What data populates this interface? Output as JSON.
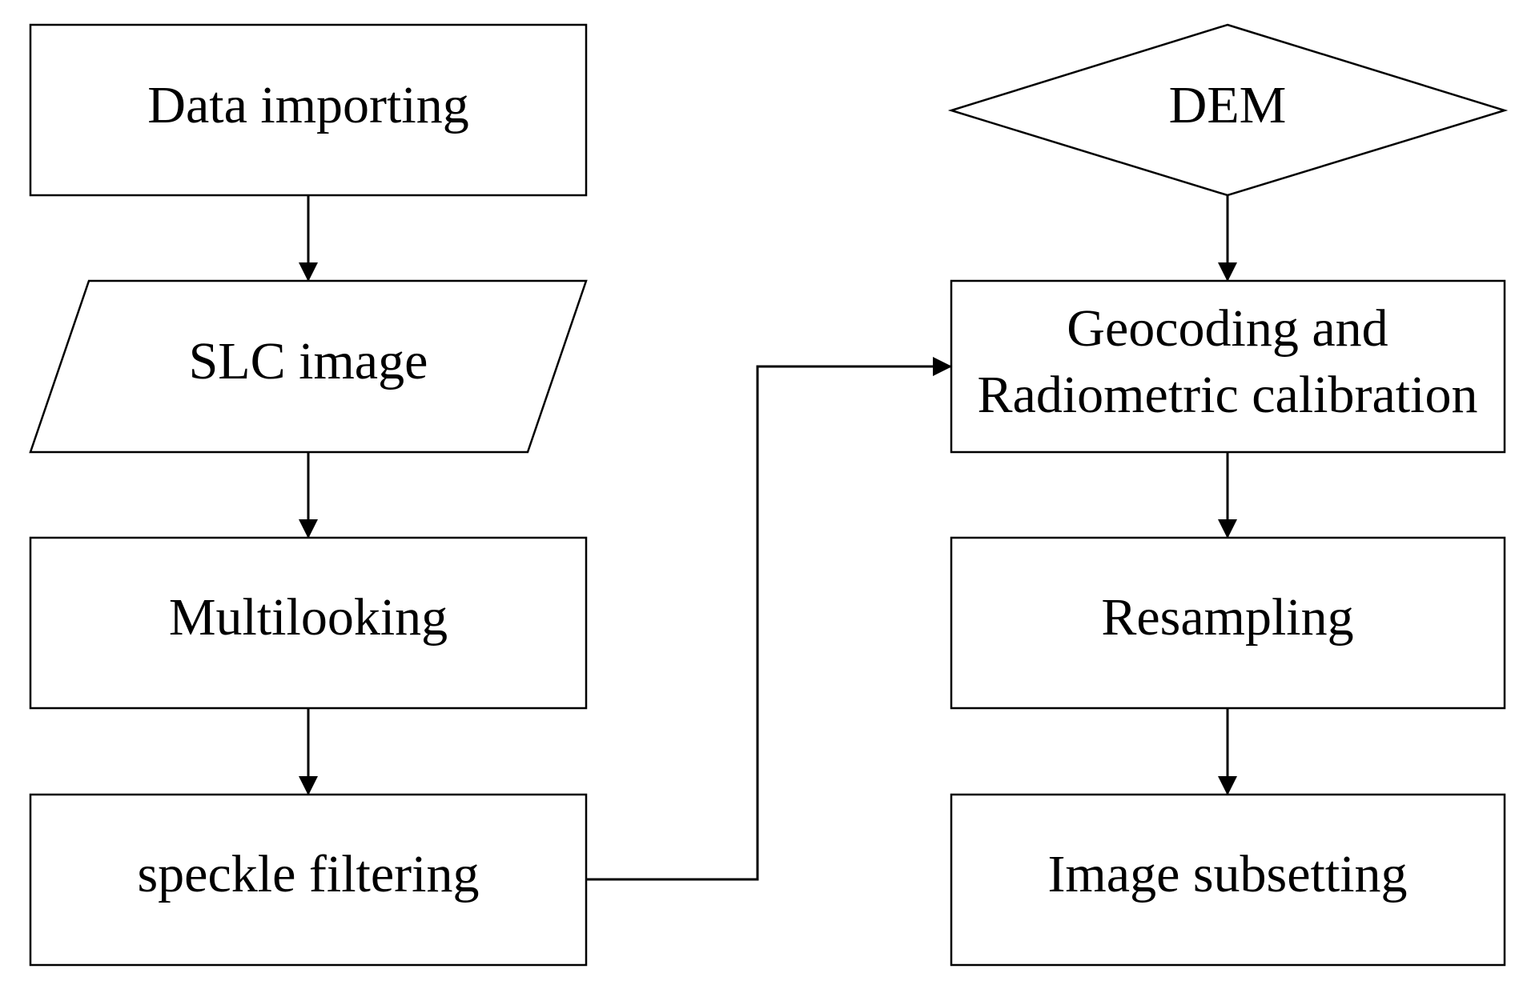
{
  "nodes": {
    "data_importing": "Data importing",
    "slc_image": "SLC image",
    "multilooking": "Multilooking",
    "speckle_filtering": "speckle filtering",
    "dem": "DEM",
    "geocoding_line1": "Geocoding and",
    "geocoding_line2": "Radiometric calibration",
    "resampling": "Resampling",
    "image_subsetting": "Image subsetting"
  },
  "shapes": {
    "data_importing": "process",
    "slc_image": "data",
    "multilooking": "process",
    "speckle_filtering": "process",
    "dem": "decision",
    "geocoding": "process",
    "resampling": "process",
    "image_subsetting": "process"
  },
  "edges": [
    {
      "from": "data_importing",
      "to": "slc_image"
    },
    {
      "from": "slc_image",
      "to": "multilooking"
    },
    {
      "from": "multilooking",
      "to": "speckle_filtering"
    },
    {
      "from": "speckle_filtering",
      "to": "geocoding"
    },
    {
      "from": "dem",
      "to": "geocoding"
    },
    {
      "from": "geocoding",
      "to": "resampling"
    },
    {
      "from": "resampling",
      "to": "image_subsetting"
    }
  ]
}
